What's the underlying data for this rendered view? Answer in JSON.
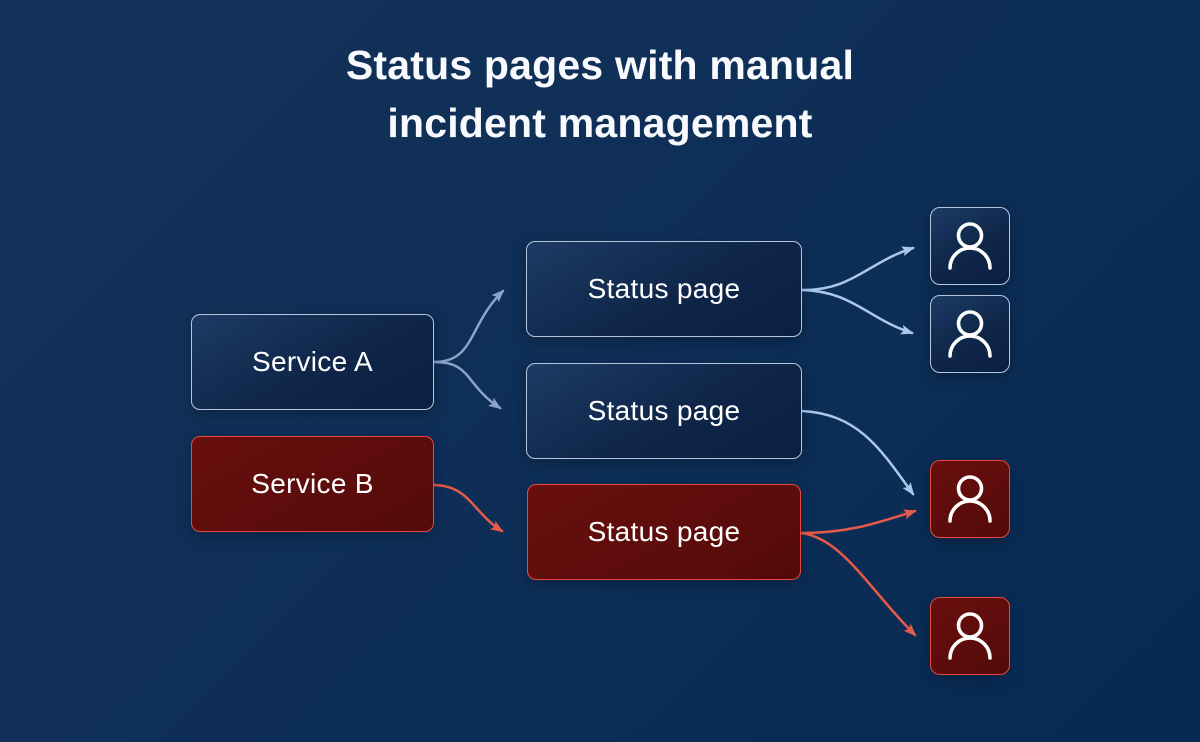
{
  "title": {
    "line1": "Status pages with manual",
    "line2": "incident management"
  },
  "diagram": {
    "services": [
      {
        "id": "service-a",
        "label": "Service A",
        "state": "operational"
      },
      {
        "id": "service-b",
        "label": "Service B",
        "state": "incident"
      }
    ],
    "status_pages": [
      {
        "id": "status-page-1",
        "label": "Status page",
        "state": "operational"
      },
      {
        "id": "status-page-2",
        "label": "Status page",
        "state": "operational"
      },
      {
        "id": "status-page-3",
        "label": "Status page",
        "state": "incident"
      }
    ],
    "subscribers": [
      {
        "id": "subscriber-1",
        "icon": "user-icon",
        "state": "operational"
      },
      {
        "id": "subscriber-2",
        "icon": "user-icon",
        "state": "operational"
      },
      {
        "id": "subscriber-3",
        "icon": "user-icon",
        "state": "incident"
      },
      {
        "id": "subscriber-4",
        "icon": "user-icon",
        "state": "incident"
      }
    ],
    "connections": [
      {
        "from": "service-a",
        "to": "status-page-1",
        "color": "steel-blue"
      },
      {
        "from": "service-a",
        "to": "status-page-2",
        "color": "steel-blue"
      },
      {
        "from": "service-b",
        "to": "status-page-3",
        "color": "red"
      },
      {
        "from": "status-page-1",
        "to": "subscriber-1",
        "color": "light-blue"
      },
      {
        "from": "status-page-1",
        "to": "subscriber-2",
        "color": "light-blue"
      },
      {
        "from": "status-page-2",
        "to": "subscriber-3",
        "color": "light-blue"
      },
      {
        "from": "status-page-3",
        "to": "subscriber-3",
        "color": "red"
      },
      {
        "from": "status-page-3",
        "to": "subscriber-4",
        "color": "red"
      }
    ]
  },
  "colors": {
    "background": "#0D2E57",
    "node_fill": "#10264A",
    "node_border": "#B7C6DC",
    "incident_fill": "#5A0C0B",
    "incident_border": "#E8493C",
    "arrow_steel_blue": "#8BA3C7",
    "arrow_light_blue": "#A9C8EA",
    "arrow_red": "#E65A49",
    "text": "#FFFFFF"
  }
}
